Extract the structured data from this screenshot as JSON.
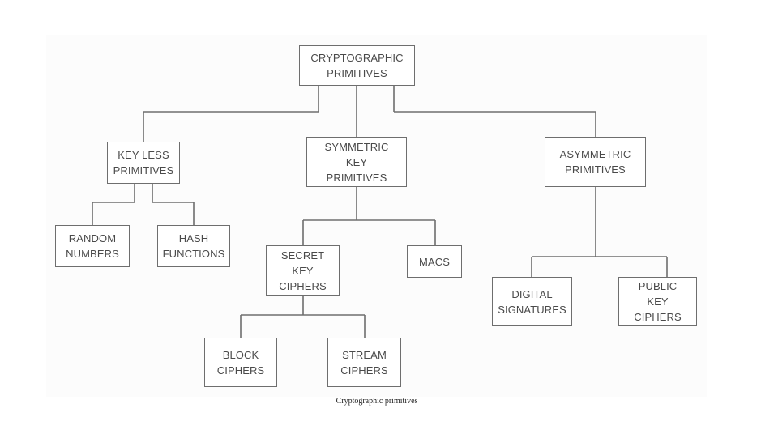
{
  "diagram": {
    "caption": "Cryptographic primitives",
    "nodes": {
      "root": {
        "label": "CRYPTOGRAPHIC\nPRIMITIVES"
      },
      "keyless": {
        "label": "KEY LESS\nPRIMITIVES"
      },
      "symmetric": {
        "label": "SYMMETRIC\nKEY\nPRIMITIVES"
      },
      "asymmetric": {
        "label": "ASYMMETRIC\nPRIMITIVES"
      },
      "random_numbers": {
        "label": "RANDOM\nNUMBERS"
      },
      "hash_functions": {
        "label": "HASH\nFUNCTIONS"
      },
      "secret_key_ciphers": {
        "label": "SECRET\nKEY\nCIPHERS"
      },
      "macs": {
        "label": "MACS"
      },
      "digital_signatures": {
        "label": "DIGITAL\nSIGNATURES"
      },
      "public_key_ciphers": {
        "label": "PUBLIC\nKEY\nCIPHERS"
      },
      "block_ciphers": {
        "label": "BLOCK\nCIPHERS"
      },
      "stream_ciphers": {
        "label": "STREAM\nCIPHERS"
      }
    },
    "edges": [
      [
        "root",
        "keyless"
      ],
      [
        "root",
        "symmetric"
      ],
      [
        "root",
        "asymmetric"
      ],
      [
        "keyless",
        "random_numbers"
      ],
      [
        "keyless",
        "hash_functions"
      ],
      [
        "symmetric",
        "secret_key_ciphers"
      ],
      [
        "symmetric",
        "macs"
      ],
      [
        "asymmetric",
        "digital_signatures"
      ],
      [
        "asymmetric",
        "public_key_ciphers"
      ],
      [
        "secret_key_ciphers",
        "block_ciphers"
      ],
      [
        "secret_key_ciphers",
        "stream_ciphers"
      ]
    ]
  }
}
